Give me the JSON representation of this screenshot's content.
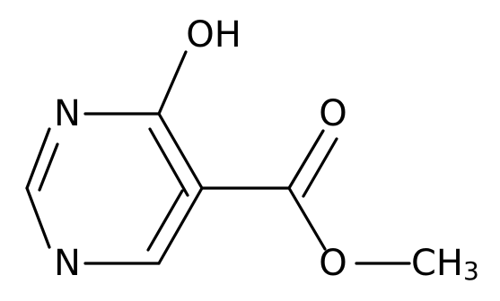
{
  "molecule": {
    "atoms": {
      "hydroxyl": "OH",
      "ring_n1": "N",
      "ring_n3": "N",
      "carbonyl_o": "O",
      "ester_o": "O",
      "methyl": "CH",
      "methyl_subscript": "3"
    }
  }
}
